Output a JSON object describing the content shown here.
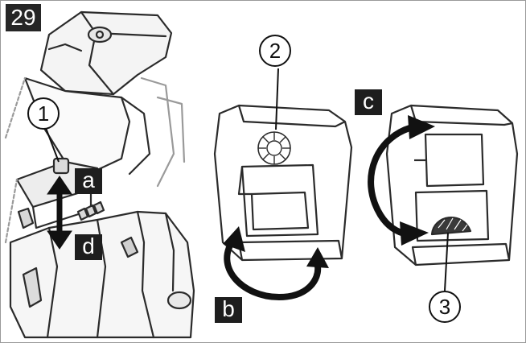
{
  "figure": {
    "number": "29",
    "callouts": [
      "1",
      "2",
      "3"
    ],
    "steps": [
      "a",
      "b",
      "c",
      "d"
    ]
  },
  "colors": {
    "label_fill": "#1e1e1e",
    "line": "#2b2b2b",
    "light_line": "#9a9a9a",
    "arrow": "#111111"
  },
  "icons": [
    "machine-body-drawing",
    "filter-cover-front-drawing",
    "filter-cover-rear-drawing",
    "double-arrow-icon",
    "curved-arrow-icon"
  ]
}
